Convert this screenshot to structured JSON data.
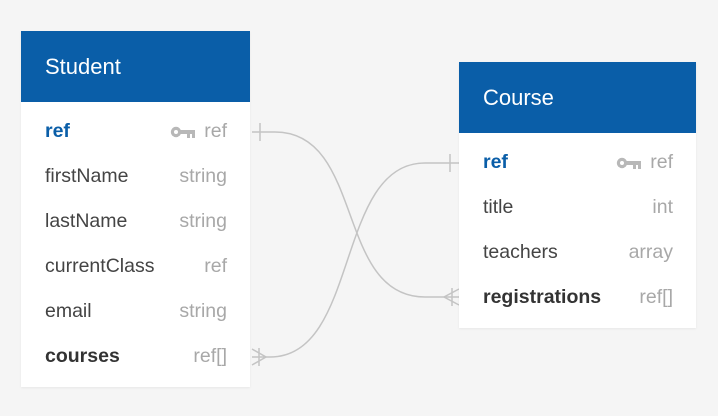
{
  "entities": [
    {
      "name": "Student",
      "fields": [
        {
          "name": "ref",
          "type": "ref",
          "key": true
        },
        {
          "name": "firstName",
          "type": "string"
        },
        {
          "name": "lastName",
          "type": "string"
        },
        {
          "name": "currentClass",
          "type": "ref"
        },
        {
          "name": "email",
          "type": "string"
        },
        {
          "name": "courses",
          "type": "ref[]",
          "bold": true
        }
      ]
    },
    {
      "name": "Course",
      "fields": [
        {
          "name": "ref",
          "type": "ref",
          "key": true
        },
        {
          "name": "title",
          "type": "int"
        },
        {
          "name": "teachers",
          "type": "array"
        },
        {
          "name": "registrations",
          "type": "ref[]",
          "bold": true
        }
      ]
    }
  ],
  "colors": {
    "header": "#0a5ea8",
    "background": "#f5f5f5",
    "connector": "#c4c4c4",
    "key_icon": "#b8b8b8"
  },
  "icons": {
    "key": "key-icon"
  }
}
